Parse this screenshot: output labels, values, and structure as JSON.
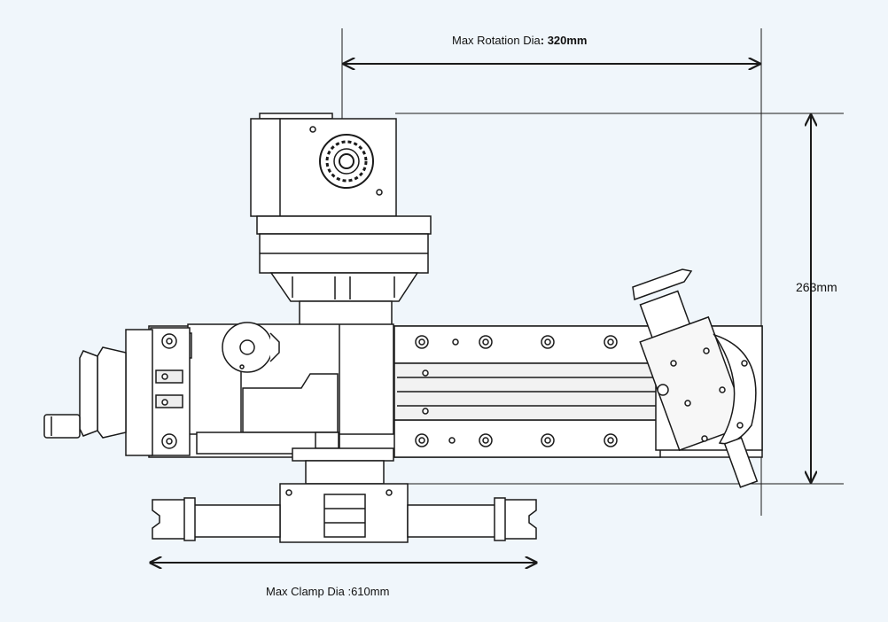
{
  "dimensions": {
    "rotation": {
      "label": "Max  Rotation Dia",
      "sep": ":",
      "value": "320mm"
    },
    "height": {
      "value": "263mm"
    },
    "clamp": {
      "label": "Max Clamp Dia :610mm"
    }
  },
  "colors": {
    "background": "#f0f6fb",
    "line": "#1a1a1a",
    "fill": "#ffffff",
    "shade": "#d9d9d9"
  }
}
